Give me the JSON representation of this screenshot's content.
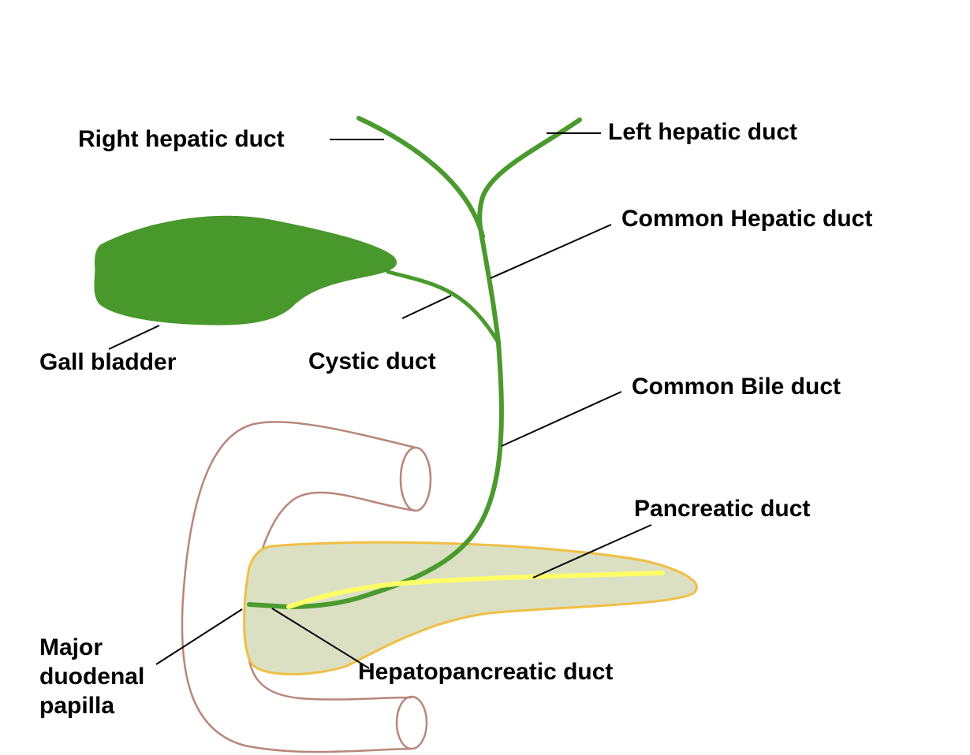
{
  "labels": {
    "right_hepatic_duct": "Right hepatic duct",
    "left_hepatic_duct": "Left hepatic duct",
    "common_hepatic_duct": "Common Hepatic duct",
    "gall_bladder": "Gall bladder",
    "cystic_duct": "Cystic duct",
    "common_bile_duct": "Common Bile duct",
    "pancreatic_duct": "Pancreatic duct",
    "major_duodenal_papilla": [
      "Major",
      "duodenal",
      "papilla"
    ],
    "hepatopancreatic_duct": "Hepatopancreatic duct"
  },
  "colors": {
    "bile_ducts": "#4a9a2e",
    "gall_bladder_fill": "#48982c",
    "pancreas_fill": "#dbe0c3",
    "pancreas_outline": "#f0bf45",
    "pancreatic_duct": "#ffff66",
    "duodenum_outline": "#b8867a",
    "leader_lines": "#000000"
  },
  "icons": {
    "gall_bladder": "gall-bladder-shape",
    "pancreas": "pancreas-shape",
    "duodenum": "duodenum-tube-shape"
  }
}
